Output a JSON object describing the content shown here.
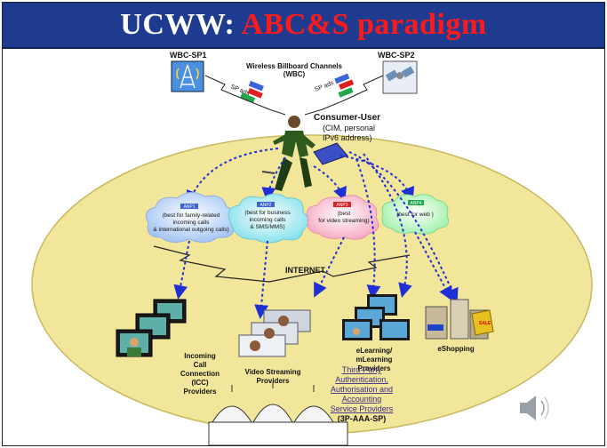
{
  "title": {
    "part1": "UCWW: ",
    "part2": "ABC&S paradigm"
  },
  "top": {
    "sp1": "WBC-SP1",
    "sp2": "WBC-SP2",
    "wbc_line1": "Wireless Billboard Channels",
    "wbc_line2": "(WBC)",
    "sp_ads": "SP ads"
  },
  "user": {
    "title": "Consumer-User",
    "line1": "(CIM, personal",
    "line2": "IPv6 address)"
  },
  "clouds": [
    {
      "tag": "ANP1",
      "lines": [
        "(best for family-related",
        "incoming calls",
        "& international outgoing calls)"
      ]
    },
    {
      "tag": "ANP2",
      "lines": [
        "(best for business",
        "incoming calls",
        "& SMS/MMS)"
      ]
    },
    {
      "tag": "ANP3",
      "lines": [
        "(best",
        "for video streaming)"
      ]
    },
    {
      "tag": "ANP4",
      "lines": [
        "(best for web )"
      ]
    }
  ],
  "internet": "INTERNET",
  "providers": {
    "icc": [
      "Incoming",
      "Call",
      "Connection",
      "(ICC)",
      "Providers"
    ],
    "video": [
      "Video Streaming",
      "Providers"
    ],
    "elearning": [
      "eLearning/",
      "mLearning",
      "Providers"
    ],
    "eshop": "eShopping",
    "third_party": [
      "Third-Party",
      "Authentication,",
      "Authorisation and",
      "Accounting",
      "Service Providers"
    ],
    "third_party_abbr": "(3P-AAA-SP)"
  },
  "colors": {
    "title_bg": "#1f3b8f",
    "title_accent": "#ff1a1a",
    "ellipse": "#f2e69a",
    "arrow": "#1e2fd6"
  }
}
